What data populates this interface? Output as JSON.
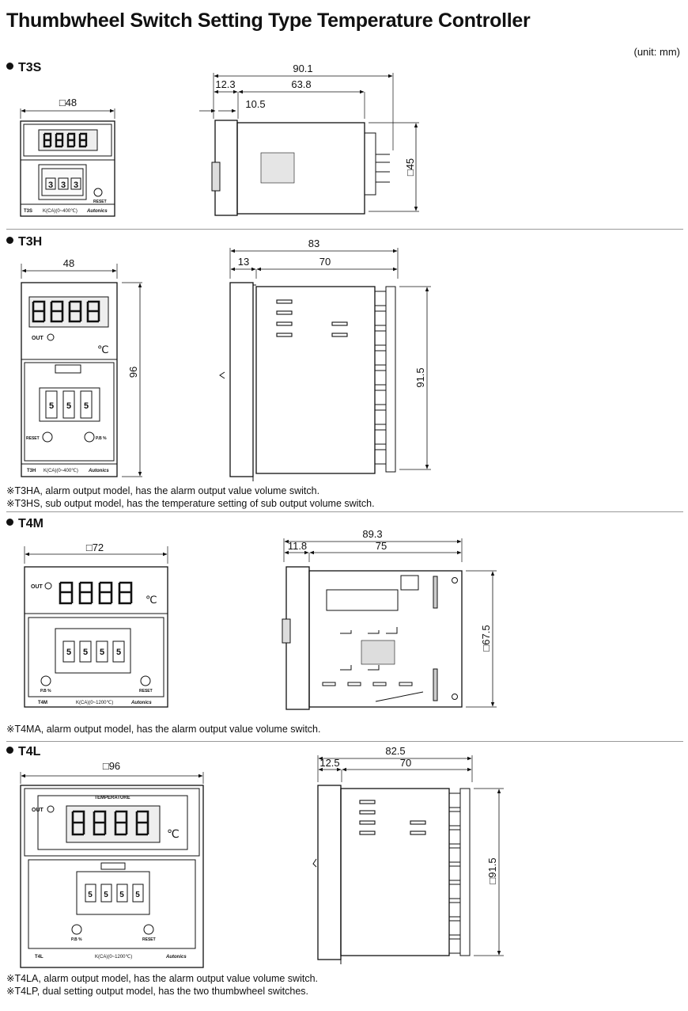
{
  "title": "Thumbwheel Switch Setting Type Temperature Controller",
  "unit": "(unit: mm)",
  "brand": "Autonics",
  "sections": {
    "t3s": {
      "label": "T3S",
      "front": {
        "width": "□48",
        "model": "T3S",
        "range": "K(CA)(0~400℃)",
        "reset": "RESET",
        "digits": [
          "3",
          "3",
          "3"
        ]
      },
      "side": {
        "overall": "90.1",
        "front_depth": "12.3",
        "body": "63.8",
        "bezel": "10.5",
        "height": "□45"
      }
    },
    "t3h": {
      "label": "T3H",
      "front": {
        "width": "48",
        "height": "96",
        "model": "T3H",
        "range": "K(CA)(0~400℃)",
        "out": "OUT",
        "unit_sym": "℃",
        "reset": "RESET",
        "pb": "P.B %",
        "digits": [
          "5",
          "5",
          "5"
        ]
      },
      "side": {
        "overall": "83",
        "front_depth": "13",
        "body": "70",
        "height": "91.5"
      },
      "notes": [
        "※T3HA, alarm output model, has the alarm output value volume switch.",
        "※T3HS, sub output model, has the temperature setting of sub output volume switch."
      ]
    },
    "t4m": {
      "label": "T4M",
      "front": {
        "width": "□72",
        "model": "T4M",
        "range": "K(CA)(0~1200℃)",
        "out": "OUT",
        "unit_sym": "℃",
        "reset": "RESET",
        "pb": "P.B %",
        "digits": [
          "5",
          "5",
          "5",
          "5"
        ]
      },
      "side": {
        "overall": "89.3",
        "front_depth": "11.8",
        "body": "75",
        "height": "□67.5"
      },
      "notes": [
        "※T4MA, alarm output model, has the alarm output value volume switch."
      ]
    },
    "t4l": {
      "label": "T4L",
      "front": {
        "width": "□96",
        "model": "T4L",
        "range": "K(CA)(0~1200℃)",
        "out": "OUT",
        "unit_sym": "℃",
        "panel": "TEMPERATURE",
        "reset": "RESET",
        "pb": "P.B %",
        "digits": [
          "5",
          "5",
          "5",
          "5"
        ]
      },
      "side": {
        "overall": "82.5",
        "front_depth": "12.5",
        "body": "70",
        "height": "□91.5"
      },
      "notes": [
        "※T4LA, alarm output model, has the alarm output value volume switch.",
        "※T4LP, dual setting output model, has the two thumbwheel switches."
      ]
    }
  }
}
